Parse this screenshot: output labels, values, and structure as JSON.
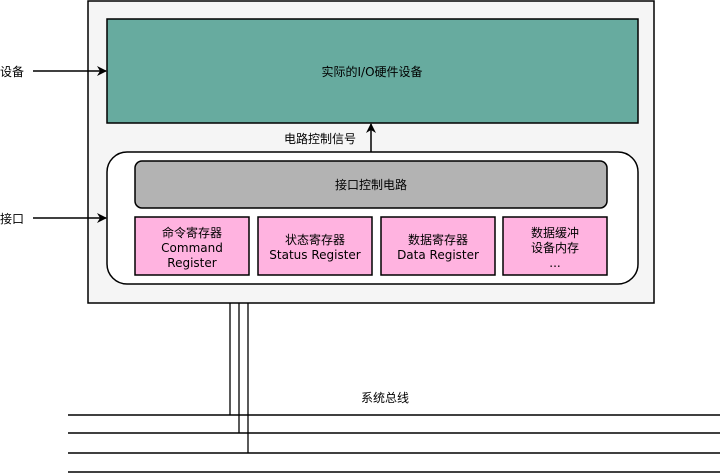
{
  "labels": {
    "device": "设备",
    "interface": "接口",
    "io_device": "实际的I/O硬件设备",
    "control_signal": "电路控制信号",
    "interface_control": "接口控制电路",
    "system_bus": "系统总线"
  },
  "registers": [
    {
      "lines": [
        "命令寄存器",
        "Command",
        "Register"
      ]
    },
    {
      "lines": [
        "状态寄存器",
        "Status Register"
      ]
    },
    {
      "lines": [
        "数据寄存器",
        "Data Register"
      ]
    },
    {
      "lines": [
        "数据缓冲",
        "设备内存",
        "..."
      ]
    }
  ],
  "colors": {
    "outer": "#f5f5f5",
    "io_device": "#67ab9f",
    "interface_control": "#b3b3b3",
    "register": "#ffb3e0"
  }
}
